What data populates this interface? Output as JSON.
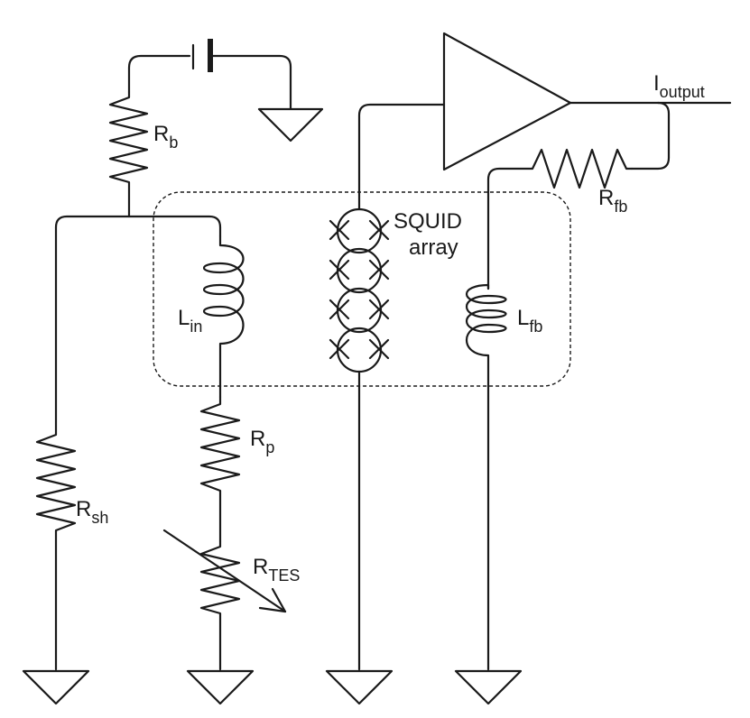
{
  "labels": {
    "rb": {
      "main": "R",
      "sub": "b"
    },
    "rsh": {
      "main": "R",
      "sub": "sh"
    },
    "rp": {
      "main": "R",
      "sub": "p"
    },
    "rtes": {
      "main": "R",
      "sub": "TES"
    },
    "lin": {
      "main": "L",
      "sub": "in"
    },
    "lfb": {
      "main": "L",
      "sub": "fb"
    },
    "rfb": {
      "main": "R",
      "sub": "fb"
    },
    "ioutput": {
      "main": "I",
      "sub": "output"
    },
    "squid_line1": "SQUID",
    "squid_line2": "array"
  }
}
